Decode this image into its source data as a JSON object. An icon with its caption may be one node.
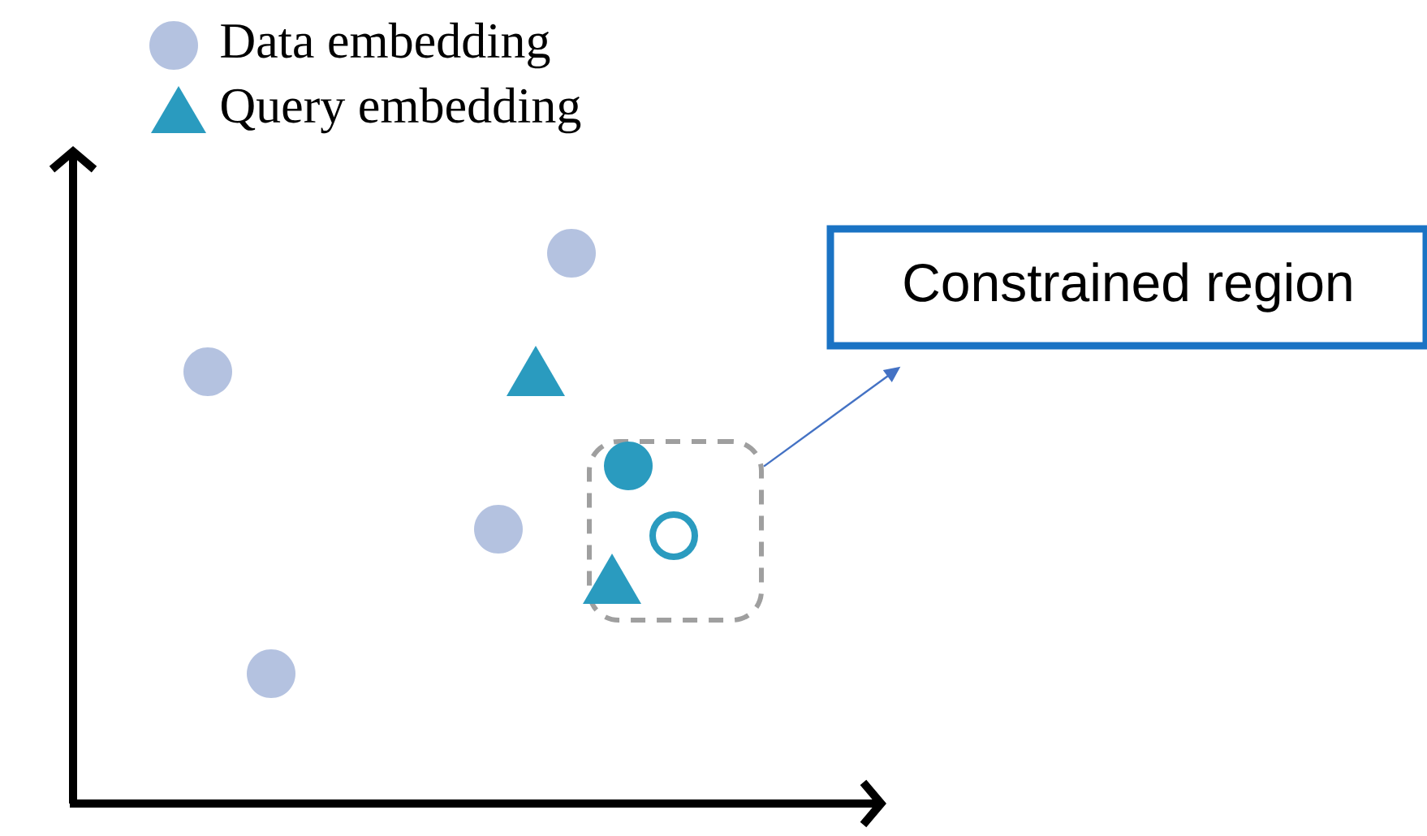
{
  "diagram": {
    "nodes": [
      {
        "text": [
          "Constrained region"
        ]
      },
      {
        "text": [],
        "shape": "box"
      }
    ],
    "edges": [
      {
        "from": 1,
        "to": 0,
        "arrow": "to"
      }
    ],
    "legend": [
      {
        "text": "Data embedding",
        "color": "#b4c2e0"
      },
      {
        "text": "Query embedding",
        "color": "#2a9bbf"
      }
    ]
  }
}
